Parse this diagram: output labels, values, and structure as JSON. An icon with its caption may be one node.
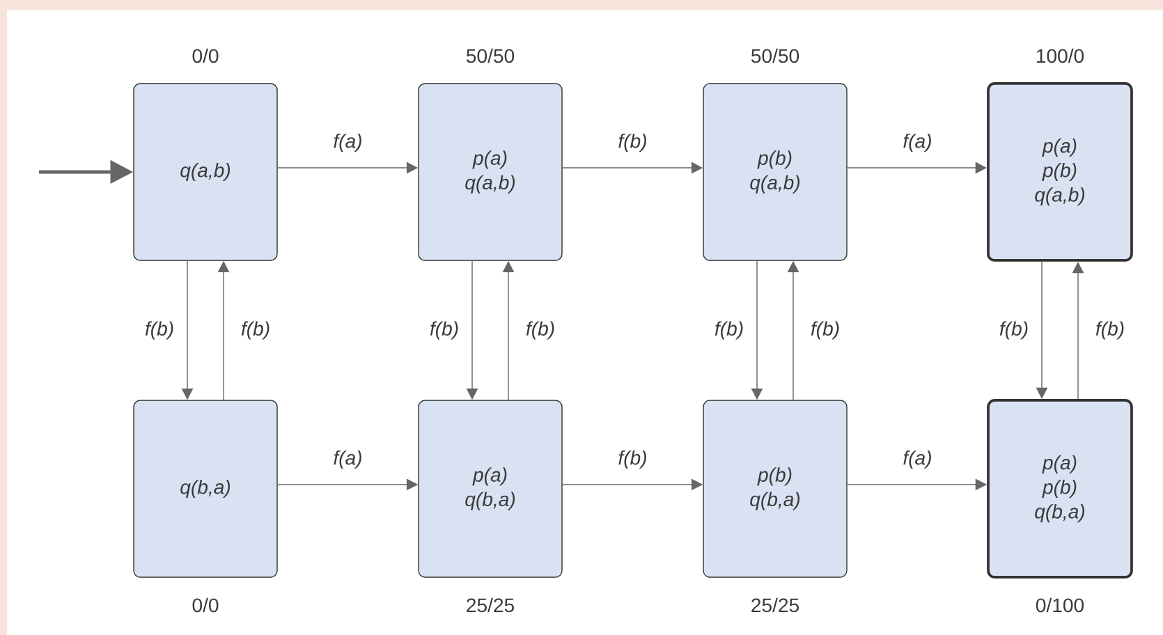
{
  "diagram": {
    "nodes": [
      {
        "text": [
          "q(a,b)"
        ],
        "beside": [
          "0/0"
        ]
      },
      {
        "text": [
          "p(a)",
          "q(a,b)"
        ],
        "beside": [
          "50/50"
        ]
      },
      {
        "text": [
          "p(b)",
          "q(a,b)"
        ],
        "beside": [
          "50/50"
        ]
      },
      {
        "text": [
          "p(a)",
          "p(b)",
          "q(a,b)"
        ],
        "beside": [
          "100/0"
        ]
      },
      {
        "text": [
          "q(b,a)"
        ],
        "beside": [
          "0/0"
        ]
      },
      {
        "text": [
          "p(a)",
          "q(b,a)"
        ],
        "beside": [
          "25/25"
        ]
      },
      {
        "text": [
          "p(b)",
          "q(b,a)"
        ],
        "beside": [
          "25/25"
        ]
      },
      {
        "text": [
          "p(a)",
          "p(b)",
          "q(b,a)"
        ],
        "beside": [
          "0/100"
        ]
      }
    ],
    "edges": [
      {
        "from": null,
        "to": 0,
        "arrow": "to",
        "style": "thick"
      },
      {
        "from": 0,
        "to": 1,
        "arrow": "to",
        "label": "f(a)"
      },
      {
        "from": 1,
        "to": 2,
        "arrow": "to",
        "label": "f(b)"
      },
      {
        "from": 2,
        "to": 3,
        "arrow": "to",
        "label": "f(a)"
      },
      {
        "from": 4,
        "to": 5,
        "arrow": "to",
        "label": "f(a)"
      },
      {
        "from": 5,
        "to": 6,
        "arrow": "to",
        "label": "f(b)"
      },
      {
        "from": 6,
        "to": 7,
        "arrow": "to",
        "label": "f(a)"
      },
      {
        "from": 0,
        "to": 4,
        "arrow": "to",
        "label": "f(b)"
      },
      {
        "from": 4,
        "to": 0,
        "arrow": "to",
        "label": "f(b)"
      },
      {
        "from": 1,
        "to": 5,
        "arrow": "to",
        "label": "f(b)"
      },
      {
        "from": 5,
        "to": 1,
        "arrow": "to",
        "label": "f(b)"
      },
      {
        "from": 2,
        "to": 6,
        "arrow": "to",
        "label": "f(b)"
      },
      {
        "from": 6,
        "to": 2,
        "arrow": "to",
        "label": "f(b)"
      },
      {
        "from": 3,
        "to": 7,
        "arrow": "to",
        "label": "f(b)"
      },
      {
        "from": 7,
        "to": 3,
        "arrow": "to",
        "label": "f(b)"
      }
    ]
  }
}
